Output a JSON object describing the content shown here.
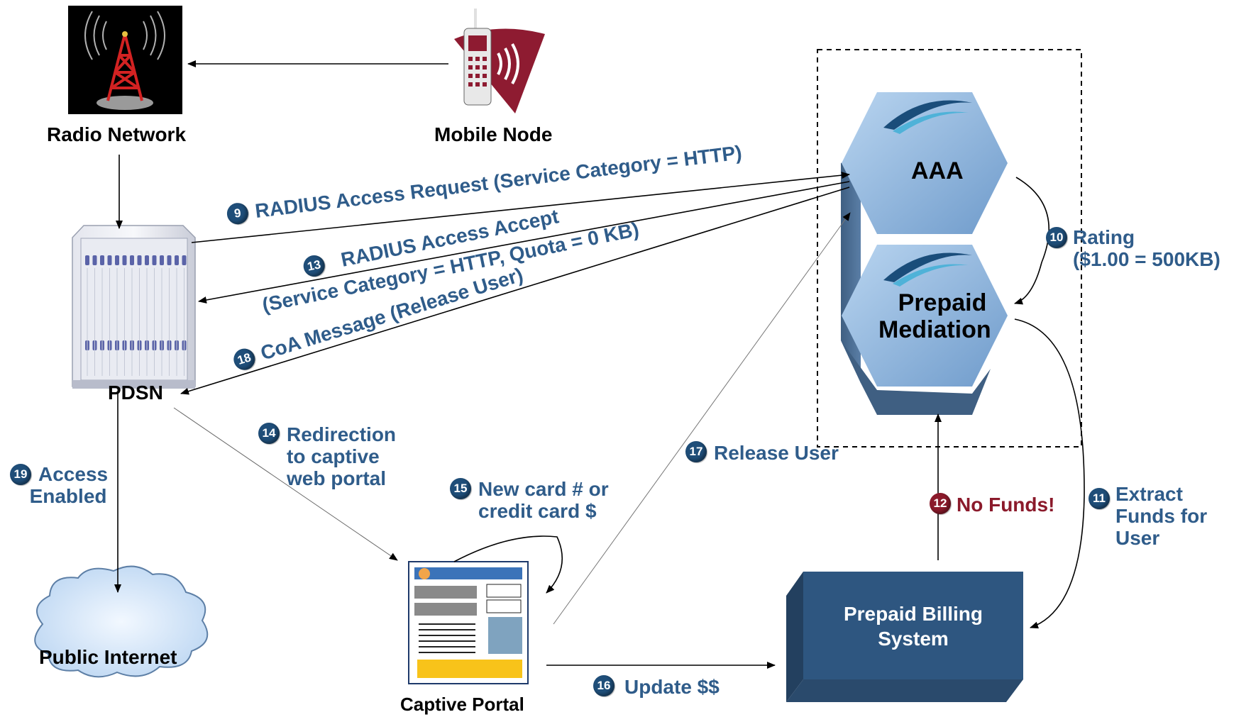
{
  "nodes": {
    "radio_network": "Radio Network",
    "mobile_node": "Mobile Node",
    "pdsn": "PDSN",
    "aaa": "AAA",
    "prepaid_mediation_line1": "Prepaid",
    "prepaid_mediation_line2": "Mediation",
    "public_internet": "Public Internet",
    "captive_portal": "Captive Portal",
    "prepaid_billing_line1": "Prepaid Billing",
    "prepaid_billing_line2": "System"
  },
  "steps": {
    "s9": {
      "num": "9",
      "text": "RADIUS Access Request (Service Category = HTTP)"
    },
    "s10": {
      "num": "10",
      "line1": "Rating",
      "line2": "($1.00 = 500KB)"
    },
    "s11": {
      "num": "11",
      "line1": "Extract",
      "line2": "Funds for",
      "line3": "User"
    },
    "s12": {
      "num": "12",
      "text": "No Funds!"
    },
    "s13": {
      "num": "13",
      "line1": "RADIUS Access Accept",
      "line2": "(Service Category = HTTP, Quota = 0 KB)"
    },
    "s14": {
      "num": "14",
      "line1": "Redirection",
      "line2": "to captive",
      "line3": "web portal"
    },
    "s15": {
      "num": "15",
      "line1": "New card # or",
      "line2": "credit card $"
    },
    "s16": {
      "num": "16",
      "text": "Update $$"
    },
    "s17": {
      "num": "17",
      "text": "Release User"
    },
    "s18": {
      "num": "18",
      "text": "CoA Message (Release User)"
    },
    "s19": {
      "num": "19",
      "line1": "Access",
      "line2": "Enabled"
    }
  },
  "colors": {
    "step_text": "#2f5c8a",
    "badge": "#1f4e79",
    "alert": "#8b1a2b",
    "hexagon": "#7fa8d6",
    "billing_box": "#2a4f78"
  }
}
